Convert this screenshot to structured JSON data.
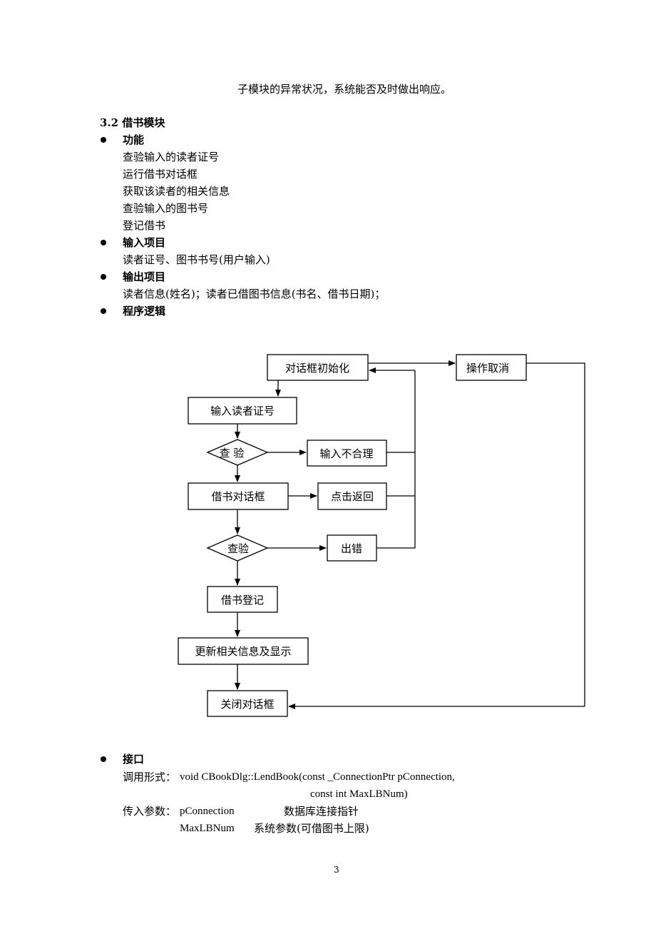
{
  "intro_line": "子模块的异常状况，系统能否及时做出响应。",
  "section_title": "3.2 借书模块",
  "bullets": {
    "function": "功能",
    "input": "输入项目",
    "output": "输出项目",
    "logic": "程序逻辑",
    "interface": "接口"
  },
  "function_items": [
    "查验输入的读者证号",
    "运行借书对话框",
    "获取该读者的相关信息",
    "查验输入的图书号",
    "登记借书"
  ],
  "input_text": "读者证号、图书书号(用户输入)",
  "output_text": "读者信息(姓名)；读者已借图书信息(书名、借书日期)；",
  "flowchart": {
    "init": "对话框初始化",
    "cancel": "操作取消",
    "input_card": "输入读者证号",
    "check1": "查 验",
    "invalid": "输入不合理",
    "lend_dialog": "借书对话框",
    "click_back": "点击返回",
    "check2": "查验",
    "error": "出错",
    "register": "借书登记",
    "update": "更新相关信息及显示",
    "close": "关闭对话框"
  },
  "interface": {
    "call_label": "调用形式：",
    "call_line1": "void CBookDlg::LendBook(const _ConnectionPtr pConnection,",
    "call_line2": "const int MaxLBNum)",
    "param_label": "传入参数：",
    "param1_name": "pConnection",
    "param1_desc": "数据库连接指针",
    "param2_name": "MaxLBNum",
    "param2_desc": "系统参数(可借图书上限)"
  },
  "page_number": "3"
}
